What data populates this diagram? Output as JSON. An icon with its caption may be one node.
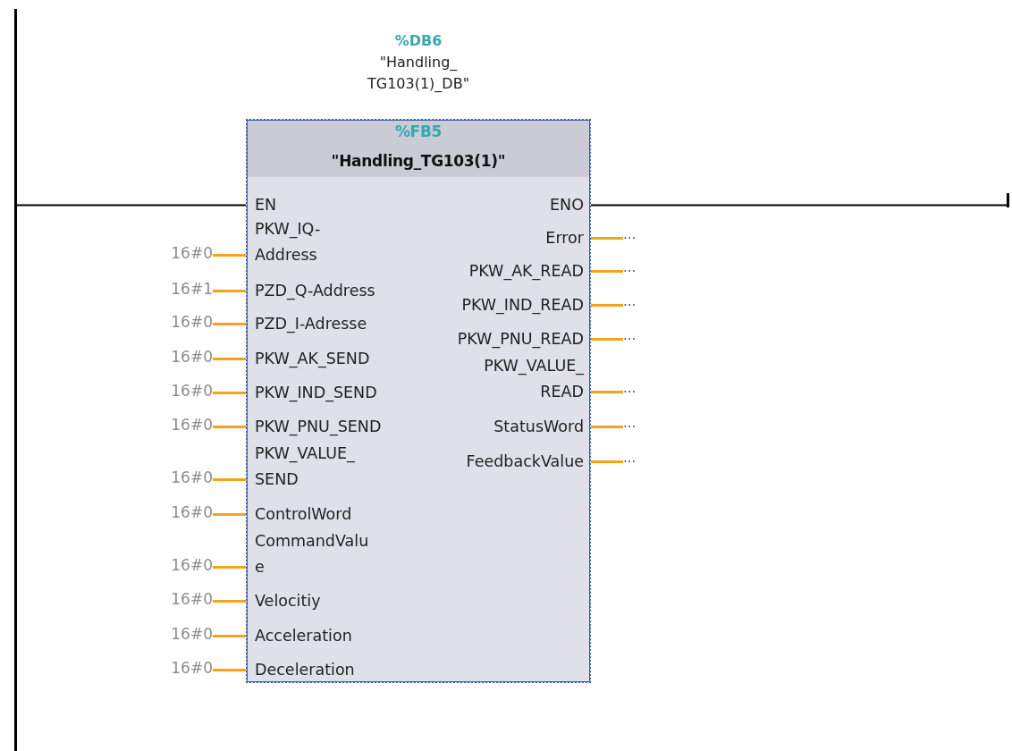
{
  "diagram": {
    "nodes": [
      {
        "text": [
          "%FB5",
          "\"Handling_TG103(1)\""
        ],
        "beside": [
          "%DB6",
          "\"Handling_ TG103(1)_DB\""
        ]
      },
      {
        "text": [
          "EN"
        ],
        "in": 0
      },
      {
        "text": [
          "PKW_IQ- Address"
        ],
        "in": 0
      },
      {
        "text": [
          "PZD_Q-Address"
        ],
        "in": 0
      },
      {
        "text": [
          "PZD_I-Adresse"
        ],
        "in": 0
      },
      {
        "text": [
          "PKW_AK_SEND"
        ],
        "in": 0
      },
      {
        "text": [
          "PKW_IND_SEND"
        ],
        "in": 0
      },
      {
        "text": [
          "PKW_PNU_SEND"
        ],
        "in": 0
      },
      {
        "text": [
          "PKW_VALUE_ SEND"
        ],
        "in": 0
      },
      {
        "text": [
          "ControlWord"
        ],
        "in": 0
      },
      {
        "text": [
          "CommandValu e"
        ],
        "in": 0
      },
      {
        "text": [
          "Velocitiy"
        ],
        "in": 0
      },
      {
        "text": [
          "Acceleration"
        ],
        "in": 0
      },
      {
        "text": [
          "Deceleration"
        ],
        "in": 0
      },
      {
        "text": [
          "ENO"
        ],
        "in": 0
      },
      {
        "text": [
          "Error"
        ],
        "in": 0
      },
      {
        "text": [
          "PKW_AK_READ"
        ],
        "in": 0
      },
      {
        "text": [
          "PKW_IND_READ"
        ],
        "in": 0
      },
      {
        "text": [
          "PKW_PNU_READ"
        ],
        "in": 0
      },
      {
        "text": [
          "PKW_VALUE_ READ"
        ],
        "in": 0
      },
      {
        "text": [
          "StatusWord"
        ],
        "in": 0
      },
      {
        "text": [
          "FeedbackValue"
        ],
        "in": 0
      },
      {
        "text": [
          "16#0"
        ]
      },
      {
        "text": [
          "16#1"
        ]
      },
      {
        "text": [
          "16#0"
        ]
      },
      {
        "text": [
          "16#0"
        ]
      },
      {
        "text": [
          "16#0"
        ]
      },
      {
        "text": [
          "16#0"
        ]
      },
      {
        "text": [
          "16#0"
        ]
      },
      {
        "text": [
          "16#0"
        ]
      },
      {
        "text": [
          "16#0"
        ]
      },
      {
        "text": [
          "16#0"
        ]
      },
      {
        "text": [
          "16#0"
        ]
      },
      {
        "text": [
          "16#0"
        ]
      },
      {
        "text": [
          "..."
        ]
      },
      {
        "text": [
          "..."
        ]
      },
      {
        "text": [
          "..."
        ]
      },
      {
        "text": [
          "..."
        ]
      },
      {
        "text": [
          "..."
        ]
      },
      {
        "text": [
          "..."
        ]
      },
      {
        "text": [
          "..."
        ]
      },
      {
        "text": [],
        "shape": "bar"
      },
      {
        "text": [],
        "shape": "bar"
      }
    ],
    "edges": [
      {
        "from": 41,
        "to": 1,
        "arrow": "none",
        "color": "#000000"
      },
      {
        "from": 14,
        "to": 42,
        "arrow": "none",
        "color": "#000000"
      },
      {
        "from": 22,
        "to": 2,
        "arrow": "none"
      },
      {
        "from": 23,
        "to": 3,
        "arrow": "none"
      },
      {
        "from": 24,
        "to": 4,
        "arrow": "none"
      },
      {
        "from": 25,
        "to": 5,
        "arrow": "none"
      },
      {
        "from": 26,
        "to": 6,
        "arrow": "none"
      },
      {
        "from": 27,
        "to": 7,
        "arrow": "none"
      },
      {
        "from": 28,
        "to": 8,
        "arrow": "none"
      },
      {
        "from": 29,
        "to": 9,
        "arrow": "none"
      },
      {
        "from": 30,
        "to": 10,
        "arrow": "none"
      },
      {
        "from": 31,
        "to": 11,
        "arrow": "none"
      },
      {
        "from": 32,
        "to": 12,
        "arrow": "none"
      },
      {
        "from": 33,
        "to": 13,
        "arrow": "none"
      },
      {
        "from": 15,
        "to": 34,
        "arrow": "none"
      },
      {
        "from": 16,
        "to": 35,
        "arrow": "none"
      },
      {
        "from": 17,
        "to": 36,
        "arrow": "none"
      },
      {
        "from": 18,
        "to": 37,
        "arrow": "none"
      },
      {
        "from": 19,
        "to": 38,
        "arrow": "none"
      },
      {
        "from": 20,
        "to": 39,
        "arrow": "none"
      },
      {
        "from": 21,
        "to": 40,
        "arrow": "none"
      }
    ]
  }
}
